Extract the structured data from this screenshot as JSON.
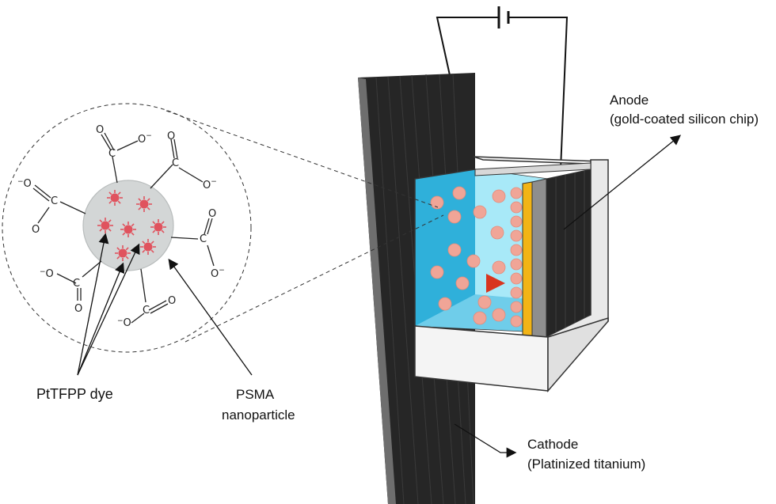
{
  "labels": {
    "anode_line1": "Anode",
    "anode_line2": "(gold-coated silicon chip)",
    "cathode_line1": "Cathode",
    "cathode_line2": "(Platinized titanium)",
    "dye": "PtTFPP dye",
    "psma_line1": "PSMA",
    "psma_line2": "nanoparticle"
  },
  "chemistry": {
    "carbon": "C",
    "oxygen": "O",
    "charge": "−"
  },
  "colors": {
    "electrode_dark": "#262626",
    "electrode_edge": "#6e6e6e",
    "electrolyte": "#2fb0da",
    "electrolyte_light": "#a8e9f8",
    "gold_layer": "#f2b416",
    "nanoparticle": "#f0a597",
    "particle_core": "#d3d6d6",
    "dye_red": "#e0535e",
    "arrow_red": "#d8351f"
  }
}
